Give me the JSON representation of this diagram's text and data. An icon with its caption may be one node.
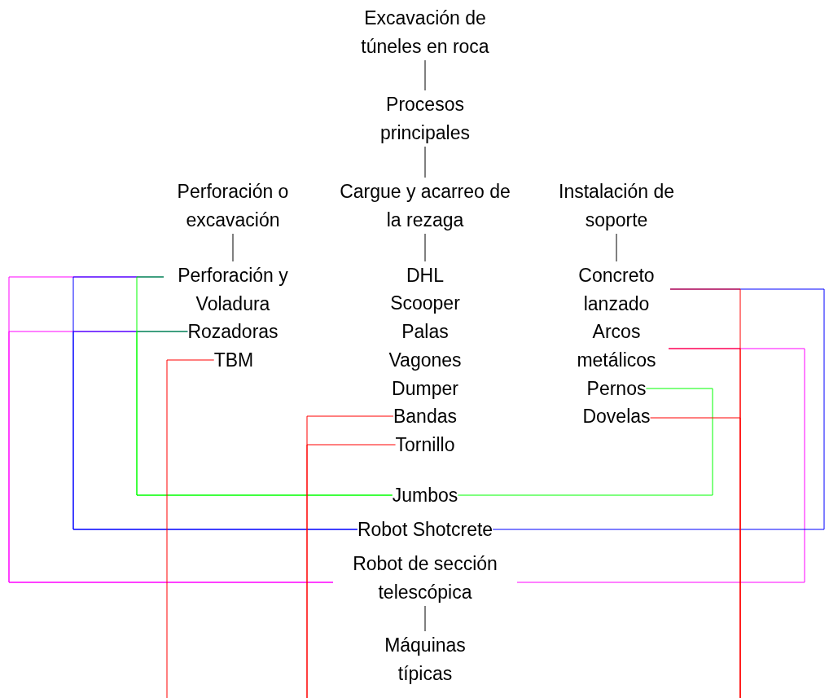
{
  "diagram": {
    "nodes": [
      {
        "text": [
          "Excavación de túneles en roca"
        ]
      },
      {
        "text": [
          "Procesos principales"
        ]
      },
      {
        "text": [
          "Perforación o excavación"
        ]
      },
      {
        "text": [
          "Cargue y acarreo de la rezaga"
        ]
      },
      {
        "text": [
          "Instalación de soporte"
        ]
      },
      {
        "text": [
          "Perforación y Voladura"
        ]
      },
      {
        "text": [
          "Rozadoras"
        ]
      },
      {
        "text": [
          "TBM"
        ]
      },
      {
        "text": [
          "DHL"
        ]
      },
      {
        "text": [
          "Scooper"
        ]
      },
      {
        "text": [
          "Palas"
        ]
      },
      {
        "text": [
          "Vagones"
        ]
      },
      {
        "text": [
          "Dumper"
        ]
      },
      {
        "text": [
          "Bandas"
        ]
      },
      {
        "text": [
          "Tornillo"
        ]
      },
      {
        "text": [
          "Concreto lanzado"
        ]
      },
      {
        "text": [
          "Arcos metálicos"
        ]
      },
      {
        "text": [
          "Pernos"
        ]
      },
      {
        "text": [
          "Dovelas"
        ]
      },
      {
        "text": [
          "Jumbos"
        ]
      },
      {
        "text": [
          "Robot Shotcrete"
        ]
      },
      {
        "text": [
          "Robot de sección telescópica"
        ]
      },
      {
        "text": [
          "Máquinas típicas"
        ]
      }
    ],
    "edges": [
      {
        "from": 0,
        "to": 1,
        "arrow": "none"
      },
      {
        "from": 1,
        "to": 3,
        "arrow": "none"
      },
      {
        "from": 2,
        "to": 5,
        "arrow": "none"
      },
      {
        "from": 3,
        "to": 8,
        "arrow": "none"
      },
      {
        "from": 4,
        "to": 15,
        "arrow": "none"
      },
      {
        "from": 21,
        "to": 22,
        "arrow": "none"
      },
      {
        "from": 5,
        "to": 21,
        "arrow": "none",
        "color": "#ff00ff"
      },
      {
        "from": 6,
        "to": 21,
        "arrow": "none",
        "color": "#ff00ff"
      },
      {
        "from": 16,
        "to": 21,
        "arrow": "none",
        "color": "#ff00ff"
      },
      {
        "from": 5,
        "to": 20,
        "arrow": "none",
        "color": "#0000ff"
      },
      {
        "from": 6,
        "to": 20,
        "arrow": "none",
        "color": "#0000ff"
      },
      {
        "from": 15,
        "to": 20,
        "arrow": "none",
        "color": "#0000ff"
      },
      {
        "from": 5,
        "to": 19,
        "arrow": "none",
        "color": "#00ff00"
      },
      {
        "from": 6,
        "to": 19,
        "arrow": "none",
        "color": "#00ff00"
      },
      {
        "from": 17,
        "to": 19,
        "arrow": "none",
        "color": "#00ff00"
      },
      {
        "from": 7,
        "to": null,
        "arrow": "none",
        "color": "#ff0000"
      },
      {
        "from": 13,
        "to": null,
        "arrow": "none",
        "color": "#ff0000"
      },
      {
        "from": 14,
        "to": null,
        "arrow": "none",
        "color": "#ff0000"
      },
      {
        "from": 15,
        "to": null,
        "arrow": "none",
        "color": "#ff0000"
      },
      {
        "from": 16,
        "to": null,
        "arrow": "none",
        "color": "#ff0000"
      },
      {
        "from": 18,
        "to": null,
        "arrow": "none",
        "color": "#ff0000"
      }
    ]
  }
}
